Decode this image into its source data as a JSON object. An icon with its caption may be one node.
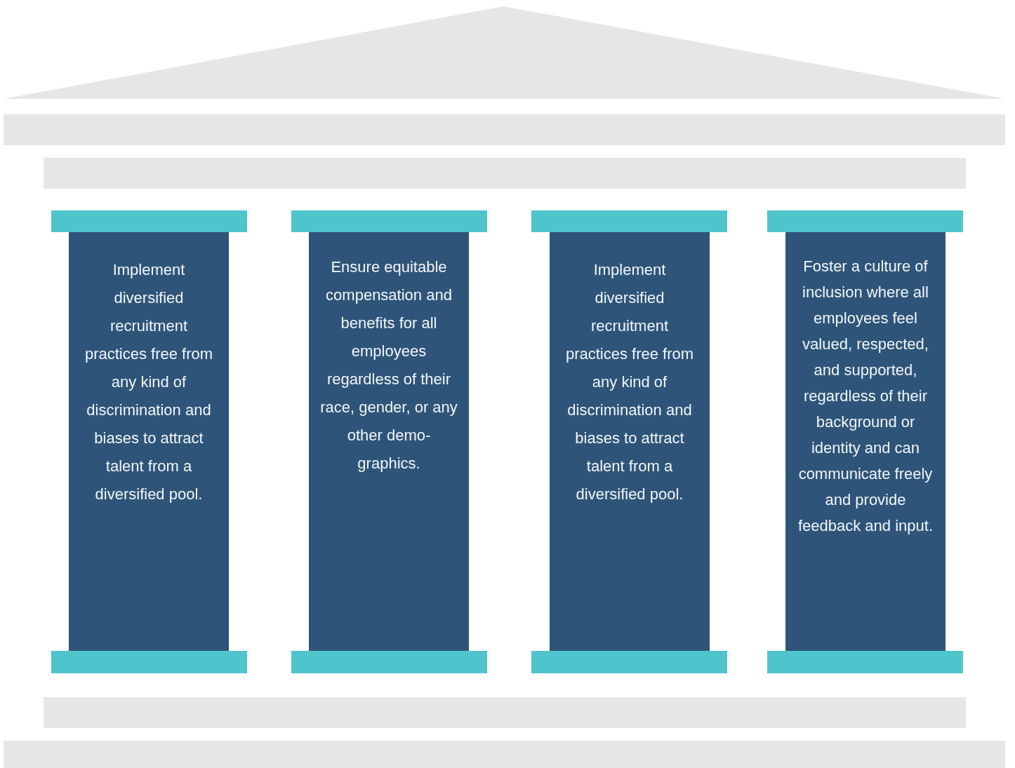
{
  "diagram": {
    "nodes": [
      {
        "text": [
          "Implement diversified recruitment practices free from any kind of discrimination and biases to attract talent from a diversified pool."
        ]
      },
      {
        "text": [
          "Ensure equitable compensation and benefits for all employees regardless of their race, gender, or any other demo-graphics."
        ]
      },
      {
        "text": [
          "Implement diversified recruitment practices free from any kind of discrimination and biases to attract talent from a diversified pool."
        ]
      },
      {
        "text": [
          "Foster a culture of inclusion where all employees feel valued, respected, and supported, regardless of their background or identity and can communicate freely and provide feedback and input."
        ]
      }
    ]
  }
}
